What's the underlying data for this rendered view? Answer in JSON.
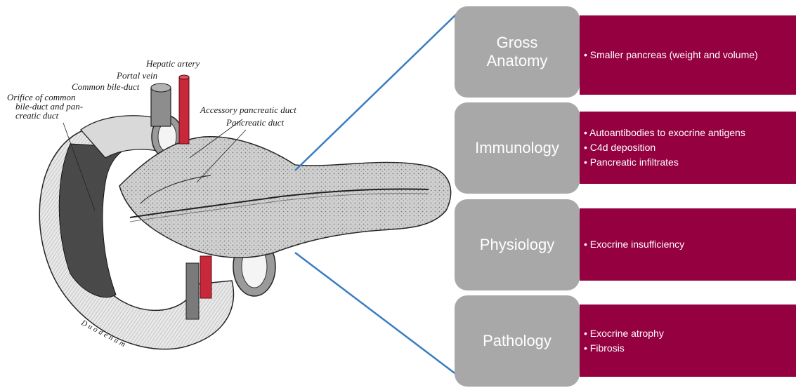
{
  "anatomy_labels": {
    "hepatic_artery": "Hepatic artery",
    "portal_vein": "Portal vein",
    "common_bile_duct": "Common bile-duct",
    "orifice": [
      "Orifice  of common",
      "bile-duct and pan-",
      "creatic duct"
    ],
    "accessory_duct": "Accessory pancreatic duct",
    "pancreatic_duct": "Pancreatic duct",
    "duodenum": "Duodenum"
  },
  "categories": [
    {
      "title_lines": [
        "Gross",
        "Anatomy"
      ],
      "bullets": [
        "• Smaller pancreas (weight and volume)"
      ]
    },
    {
      "title_lines": [
        "Immunology"
      ],
      "bullets": [
        "• Autoantibodies to exocrine antigens",
        "• C4d deposition",
        "• Pancreatic infiltrates"
      ]
    },
    {
      "title_lines": [
        "Physiology"
      ],
      "bullets": [
        "• Exocrine insufficiency"
      ]
    },
    {
      "title_lines": [
        "Pathology"
      ],
      "bullets": [
        "• Exocrine atrophy",
        "•  Fibrosis"
      ]
    }
  ],
  "colors": {
    "gray_box": "#a8a8a8",
    "red_box": "#940040",
    "connector": "#3a7cc2",
    "vessel_red": "#c8283a"
  }
}
